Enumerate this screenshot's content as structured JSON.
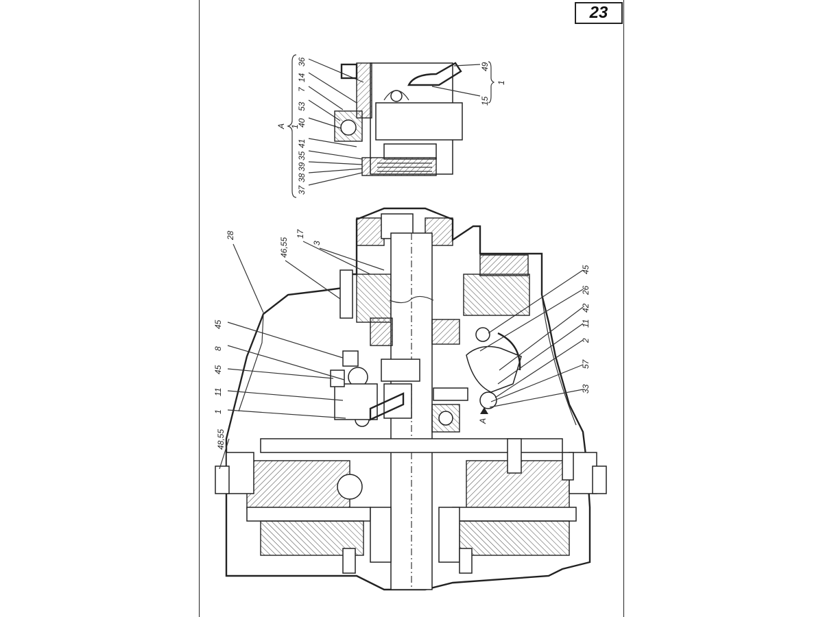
{
  "page_number": "23",
  "detail_view": {
    "title": "A",
    "group_brace_label": "1",
    "right_brace_label": "1",
    "left_labels": [
      "37",
      "38",
      "39",
      "35",
      "41",
      "40",
      "53",
      "7",
      "14",
      "36"
    ],
    "right_labels": [
      "49",
      "15"
    ]
  },
  "main_view": {
    "labels_left": [
      "28",
      "46,55",
      "17",
      "3",
      "45",
      "8",
      "45",
      "11",
      "1",
      "48,55"
    ],
    "labels_right": [
      "45",
      "26",
      "42",
      "11",
      "2",
      "57",
      "33"
    ],
    "section_marker": "A"
  }
}
